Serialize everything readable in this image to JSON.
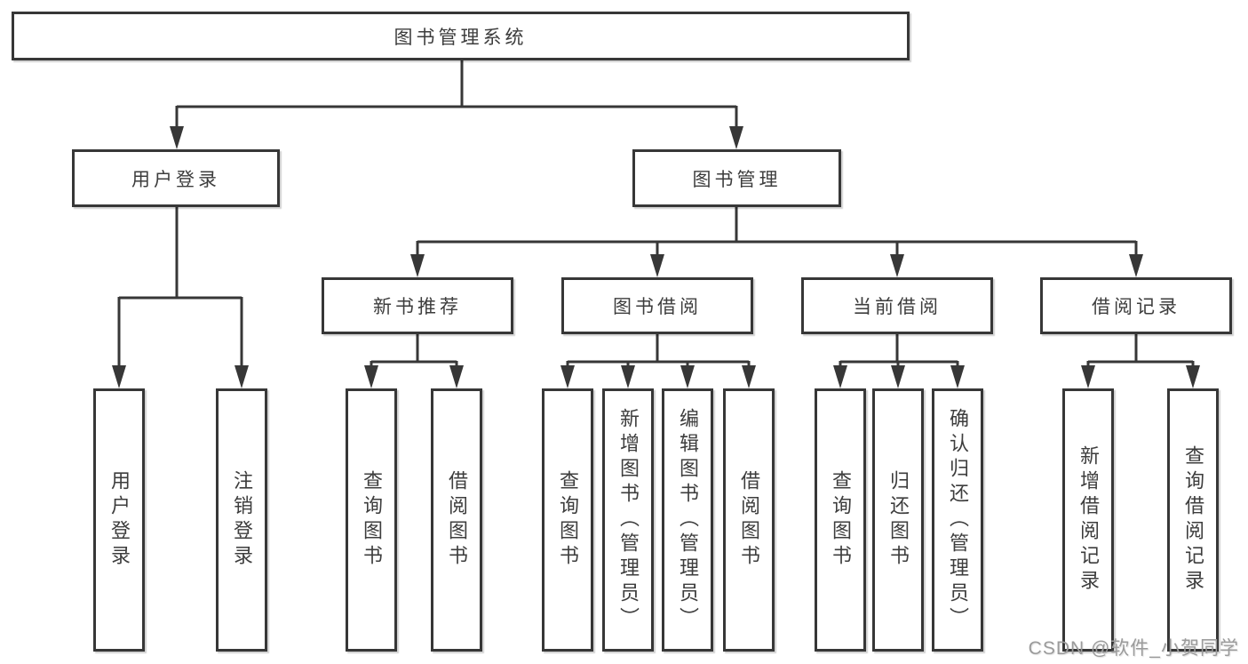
{
  "diagram": {
    "root": {
      "label": "图书管理系统"
    },
    "branches": [
      {
        "label": "用户登录",
        "children": [
          {
            "label": "用户登录"
          },
          {
            "label": "注销登录"
          }
        ]
      },
      {
        "label": "图书管理",
        "children": [
          {
            "label": "新书推荐",
            "children": [
              {
                "label": "查询图书"
              },
              {
                "label": "借阅图书"
              }
            ]
          },
          {
            "label": "图书借阅",
            "children": [
              {
                "label": "查询图书"
              },
              {
                "label": "新增图书（管理员）"
              },
              {
                "label": "编辑图书（管理员）"
              },
              {
                "label": "借阅图书"
              }
            ]
          },
          {
            "label": "当前借阅",
            "children": [
              {
                "label": "查询图书"
              },
              {
                "label": "归还图书"
              },
              {
                "label": "确认归还（管理员）"
              }
            ]
          },
          {
            "label": "借阅记录",
            "children": [
              {
                "label": "新增借阅记录"
              },
              {
                "label": "查询借阅记录"
              }
            ]
          }
        ]
      }
    ]
  },
  "watermark": {
    "text": "CSDN @软件_小贺同学"
  },
  "colors": {
    "line": "#373737",
    "text": "#3d3d3d",
    "watermark": "#9b9b9b",
    "background": "#ffffff"
  }
}
